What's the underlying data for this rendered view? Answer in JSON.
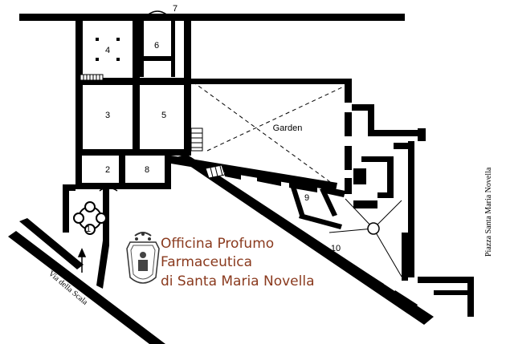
{
  "rooms": {
    "r1": "1",
    "r2": "2",
    "r3": "3",
    "r4": "4",
    "r5": "5",
    "r6": "6",
    "r7": "7",
    "r8": "8",
    "r9": "9",
    "r10": "10"
  },
  "garden_label": "Garden",
  "streets": {
    "via_scala": "Via della Scala",
    "piazza": "Piazza Santa Maria Novella"
  },
  "brand": {
    "line1": "Officina Profumo",
    "line2": "Farmaceutica",
    "line3": "di Santa Maria Novella"
  },
  "colors": {
    "walls": "#000000",
    "brand": "#8a3a1e"
  },
  "icons": {
    "crest": "crest-icon",
    "entrance": "arrow-up-icon"
  }
}
